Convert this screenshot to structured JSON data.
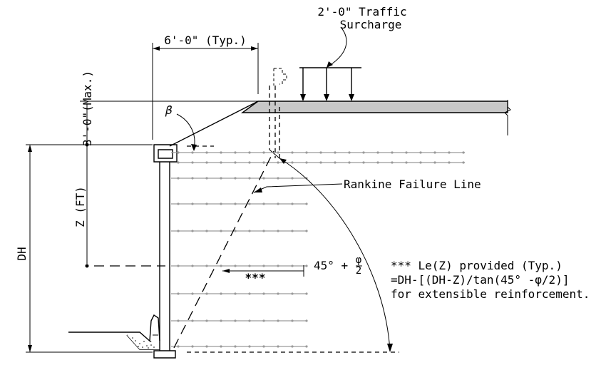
{
  "labels": {
    "traffic_surcharge": [
      "2'-0\" Traffic",
      "Surcharge"
    ],
    "setback": "6'-0\" (Typ.)",
    "max_height": "3'-0\"(Max.)",
    "beta": "β",
    "rankine": "Rankine Failure Line",
    "z_ft": "Z (FT)",
    "dh": "DH",
    "angle": "45° +",
    "angle_num": "φ",
    "angle_den": "2",
    "embed_mark": "***",
    "note": [
      "*** Le(Z) provided (Typ.)",
      "=DH-[(DH-Z)/tan(45° -φ/2)]",
      "for extensible reinforcement."
    ]
  },
  "reinforcement_layers": 9
}
